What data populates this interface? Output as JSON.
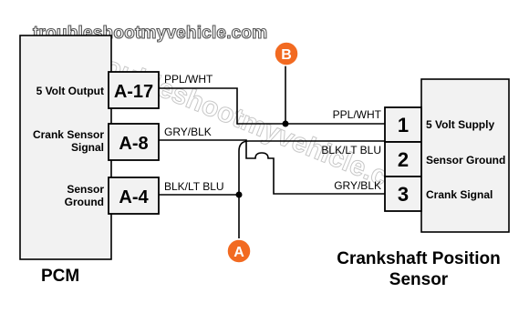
{
  "watermark": "troubleshootmyvehicle.com",
  "pcm": {
    "title": "PCM",
    "rows": [
      {
        "function": [
          "5 Volt Output"
        ],
        "pin": "A-17"
      },
      {
        "function": [
          "Crank Sensor",
          "Signal"
        ],
        "pin": "A-8"
      },
      {
        "function": [
          "Sensor",
          "Ground"
        ],
        "pin": "A-4"
      }
    ]
  },
  "sensor": {
    "title": [
      "Crankshaft Position",
      "Sensor"
    ],
    "rows": [
      {
        "pin": "1",
        "function": "5 Volt Supply"
      },
      {
        "pin": "2",
        "function": "Sensor Ground"
      },
      {
        "pin": "3",
        "function": "Crank Signal"
      }
    ]
  },
  "wires": {
    "pcm_a17": "PPL/WHT",
    "pcm_a8": "GRY/BLK",
    "pcm_a4": "BLK/LT BLU",
    "sensor_1": "PPL/WHT",
    "sensor_2": "BLK/LT BLU",
    "sensor_3": "GRY/BLK"
  },
  "markers": {
    "a": "A",
    "b": "B"
  },
  "colors": {
    "marker": "#f26a21",
    "box_fill": "#f2f2f2"
  }
}
